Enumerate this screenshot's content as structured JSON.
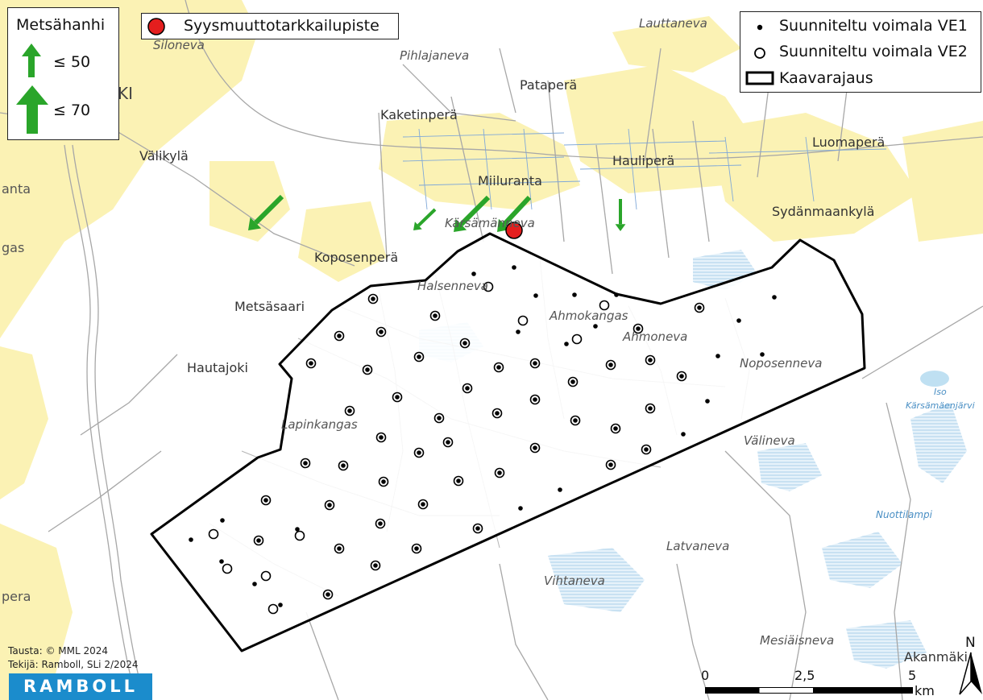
{
  "places": {
    "siloneva": "Siloneva",
    "ki": "KI",
    "pihlajaneva": "Pihlajaneva",
    "lauttaneva": "Lauttaneva",
    "patapera": "Pataperä",
    "kaketinpera": "Kaketinperä",
    "luomapera": "Luomaperä",
    "valikyla": "Välikylä",
    "haulipera": "Hauliperä",
    "miiluranta": "Miiluranta",
    "anta": "anta",
    "sydanmaankyla": "Sydänmaankylä",
    "karsamanneva": "Kärsämänneva",
    "gas": "gas",
    "koposenpera": "Koposenperä",
    "halsenneva": "Halsenneva",
    "metsasaari": "Metsäsaari",
    "ahmokangas": "Ahmokangas",
    "ahmoneva": "Ahmoneva",
    "noposenneva": "Noposenneva",
    "hautajoki": "Hautajoki",
    "lapinkangas": "Lapinkangas",
    "iso": "Iso",
    "karsamaenjarvi": "Kärsämäenjärvi",
    "valineva": "Välineva",
    "nuottilampi": "Nuottilampi",
    "latvaneva": "Latvaneva",
    "vihtaneva": "Vihtaneva",
    "mesiaisneva": "Mesiäisneva",
    "akanmaki": "Akanmäki",
    "pera": "pera"
  },
  "legend_species": {
    "title": "Metsähanhi",
    "small_label": "≤ 50",
    "large_label": "≤ 70"
  },
  "legend_point": {
    "label": "Syysmuuttotarkkailupiste"
  },
  "legend_turbines": {
    "ve1_label": "Suunniteltu voimala VE1",
    "ve2_label": "Suunniteltu voimala VE2",
    "boundary_label": "Kaavarajaus"
  },
  "credits": {
    "background": "Tausta: © MML 2024",
    "author": "Tekijä: Ramboll, SLi 2/2024",
    "logo": "RAMBOLL"
  },
  "scalebar": {
    "t0": "0",
    "t1": "2,5",
    "t2": "5",
    "unit": "km"
  },
  "north": "N",
  "colors": {
    "arrow": "#2aa52a",
    "point": "#e41e1e",
    "settlement": "#fbf2b4",
    "water": "#cfe6f3",
    "logo": "#1b8ccc"
  }
}
